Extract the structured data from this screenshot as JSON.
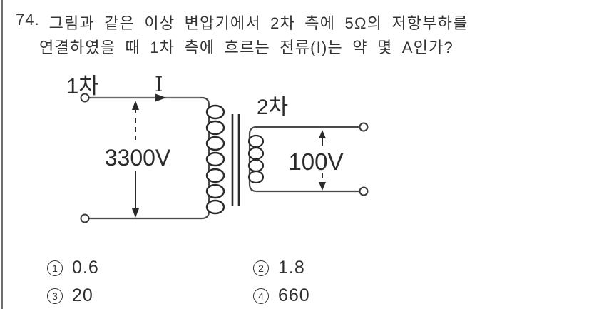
{
  "colors": {
    "ink": "#2b2b2b",
    "wire": "#4a4a4a",
    "wire_gray": "#7a7a7a",
    "page_border": "#6f6f6f"
  },
  "question": {
    "number": "74.",
    "line1": "그림과 같은 이상 변압기에서 2차 측에 5Ω의 저항부하를",
    "line2": "연결하였을 때 1차 측에 흐르는 전류(I)는 약 몇 A인가?"
  },
  "diagram": {
    "primary_side_label": "1차",
    "secondary_side_label": "2차",
    "current_label": "I",
    "primary_voltage": "3300V",
    "secondary_voltage": "100V"
  },
  "choices": [
    {
      "num": "1",
      "value": "0.6"
    },
    {
      "num": "2",
      "value": "1.8"
    },
    {
      "num": "3",
      "value": "20"
    },
    {
      "num": "4",
      "value": "660"
    }
  ]
}
